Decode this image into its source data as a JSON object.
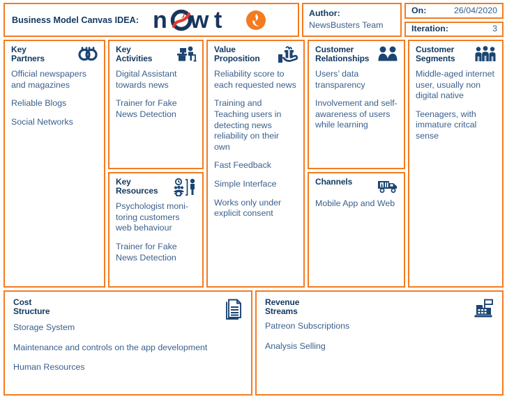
{
  "header": {
    "canvas_title": "Business Model Canvas IDEA:",
    "logo_text": "newt",
    "logo_badge_icon": "newt-flame-badge-icon",
    "author_label": "Author:",
    "author_value": "NewsBusters Team",
    "on_label": "On:",
    "on_value": "26/04/2020",
    "iteration_label": "Iteration:",
    "iteration_value": "3"
  },
  "blocks": {
    "key_partners": {
      "title": "Key\nPartners",
      "icon": "linked-rings-icon",
      "entries": [
        "Official newspapers and magazines",
        "Reliable Blogs",
        "Social Networks"
      ]
    },
    "key_activities": {
      "title": "Key\nActivities",
      "icon": "person-at-desk-icon",
      "entries": [
        "Digital Assistant towards news",
        "Trainer for Fake News Detection"
      ]
    },
    "key_resources": {
      "title": "Key\nResources",
      "icon": "clock-people-gear-icon",
      "entries": [
        "Psychologist moni-toring customers web behaviour",
        "Trainer for Fake News Detection"
      ]
    },
    "value_proposition": {
      "title": "Value\nProposition",
      "icon": "gift-in-hand-icon",
      "entries": [
        "Reliability score to each requested news",
        "Training and Teaching users in detecting news reliability on their own",
        "Fast Feedback",
        "Simple Interface",
        "Works only under explicit consent"
      ]
    },
    "customer_relationships": {
      "title": "Customer\nRelationships",
      "icon": "two-people-icon",
      "entries": [
        "Users’ data transparency",
        "Involvement and self-awareness of users while learning"
      ]
    },
    "channels": {
      "title": "Channels",
      "icon": "delivery-truck-icon",
      "entries": [
        "Mobile App and Web"
      ]
    },
    "customer_segments": {
      "title": "Customer\nSegments",
      "icon": "group-of-people-icon",
      "entries": [
        "Middle-aged internet user, usually non digital native",
        "Teenagers, with immature critcal sense"
      ]
    },
    "cost_structure": {
      "title": "Cost\nStructure",
      "icon": "stacked-documents-icon",
      "entries": [
        "Storage System",
        "Maintenance and controls on the app development",
        "Human Resources"
      ]
    },
    "revenue_streams": {
      "title": "Revenue\nStreams",
      "icon": "cash-register-icon",
      "entries": [
        "Patreon Subscriptions",
        "Analysis Selling"
      ]
    }
  },
  "colors": {
    "border_orange": "#F47B20",
    "title_navy": "#12385F",
    "body_blue": "#3A5F8C",
    "icon_navy": "#1B4472",
    "logo_navy": "#17365D",
    "logo_orange": "#F47B20",
    "logo_red": "#E23B2E"
  }
}
